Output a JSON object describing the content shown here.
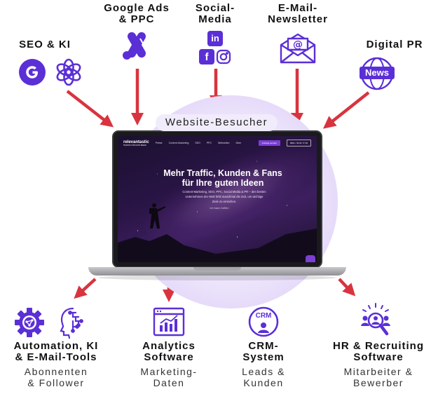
{
  "top_sources": [
    {
      "id": "seo",
      "label": "SEO & KI"
    },
    {
      "id": "ads",
      "label_lines": [
        "Google Ads",
        "& PPC"
      ]
    },
    {
      "id": "social",
      "label_lines": [
        "Social-",
        "Media"
      ]
    },
    {
      "id": "email",
      "label_lines": [
        "E-Mail-",
        "Newsletter"
      ]
    },
    {
      "id": "pr",
      "label": "Digital PR"
    }
  ],
  "pr_badge_text": "News",
  "social_icons": {
    "linkedin": "in",
    "facebook": "f"
  },
  "center": {
    "visitor_label": "Website-Besucher",
    "screen": {
      "brand": "relevantastic",
      "brand_sub": "TRAFFIC FÜR GUTE IDEEN",
      "nav": [
        "Preise",
        "Content-Marketing",
        "SEO",
        "PPC",
        "Webseiten",
        "Über"
      ],
      "cta_primary": "Anfrage senden",
      "cta_phone": "0521 / 30 61 77 26",
      "headline_lines": [
        "Mehr Traffic, Kunden & Fans",
        "für Ihre guten Ideen"
      ],
      "subtext_lines": [
        "Content-Marketing, SEO, PPC, Social Media & PR – den besten",
        "Unternehmen der Welt fehlt manchmal die Zeit, um wichtige",
        "Ziele zu erreichen."
      ],
      "link": "Ich kann helfen"
    }
  },
  "bottom_targets": [
    {
      "id": "automation",
      "label_lines": [
        "Automation, KI",
        "& E-Mail-Tools"
      ],
      "sub_lines": [
        "Abonnenten",
        "& Follower"
      ]
    },
    {
      "id": "analytics",
      "label_lines": [
        "Analytics",
        "Software"
      ],
      "sub_lines": [
        "Marketing-",
        "Daten"
      ]
    },
    {
      "id": "crm",
      "label_lines": [
        "CRM-",
        "System"
      ],
      "sub_lines": [
        "Leads &",
        "Kunden"
      ]
    },
    {
      "id": "hr",
      "label_lines": [
        "HR & Recruiting",
        "Software"
      ],
      "sub_lines": [
        "Mitarbeiter &",
        "Bewerber"
      ]
    }
  ],
  "crm_badge_text": "CRM",
  "colors": {
    "icon_purple": "#5b2fd6",
    "arrow_red": "#d8343f",
    "glow": "#ece4fb",
    "laptop_dark": "#1a1a1c"
  },
  "icons": [
    "google-g-icon",
    "openai-icon",
    "google-ads-icon",
    "linkedin-icon",
    "facebook-icon",
    "instagram-icon",
    "email-envelope-icon",
    "news-globe-icon",
    "gear-network-icon",
    "ai-head-icon",
    "analytics-chart-icon",
    "crm-user-icon",
    "recruiting-search-icon"
  ]
}
